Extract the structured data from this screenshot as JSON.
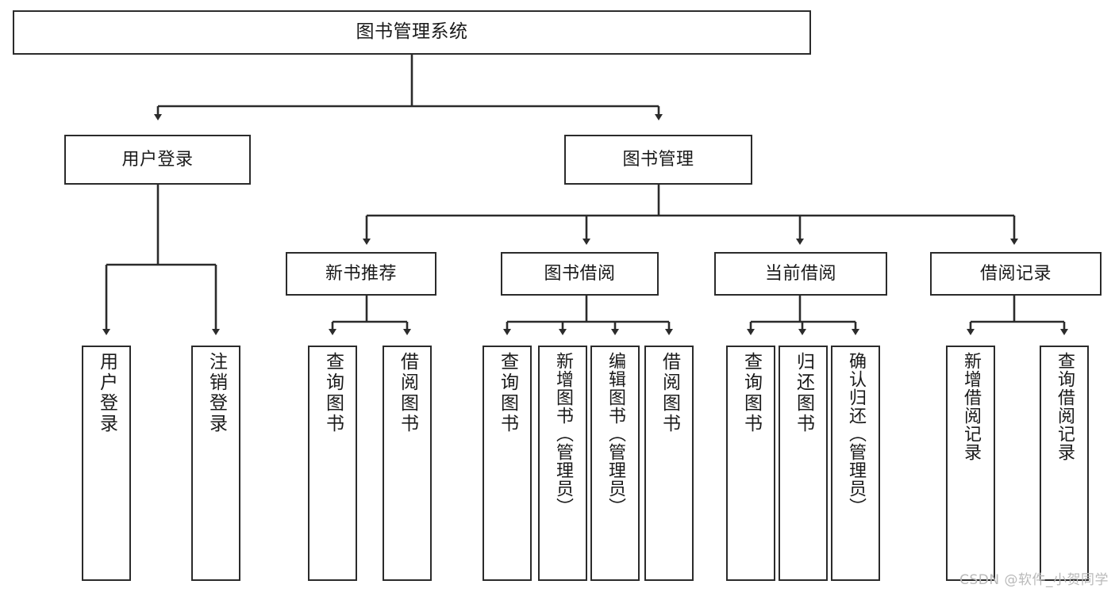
{
  "diagram": {
    "title": "图书管理系统",
    "type": "tree-hierarchy-chart",
    "line_color": "#2b2b2b",
    "box_fill": "#ffffff",
    "text_color": "#1a1a1a"
  },
  "root": {
    "label": "图书管理系统"
  },
  "level2": {
    "user_login": {
      "label": "用户登录"
    },
    "book_manage": {
      "label": "图书管理"
    }
  },
  "level3": {
    "new_book": {
      "label": "新书推荐"
    },
    "borrow": {
      "label": "图书借阅"
    },
    "current": {
      "label": "当前借阅"
    },
    "records": {
      "label": "借阅记录"
    }
  },
  "leaves": {
    "user_login": [
      {
        "label": "用户登录"
      },
      {
        "label": "注销登录"
      }
    ],
    "new_book": [
      {
        "label": "查询图书"
      },
      {
        "label": "借阅图书"
      }
    ],
    "borrow": [
      {
        "label": "查询图书"
      },
      {
        "label": "新增图书（管理员）"
      },
      {
        "label": "编辑图书（管理员）"
      },
      {
        "label": "借阅图书"
      }
    ],
    "current": [
      {
        "label": "查询图书"
      },
      {
        "label": "归还图书"
      },
      {
        "label": "确认归还（管理员）"
      }
    ],
    "records": [
      {
        "label": "新增借阅记录"
      },
      {
        "label": "查询借阅记录"
      }
    ]
  },
  "watermark": {
    "text": "CSDN @软件_小贺同学"
  }
}
